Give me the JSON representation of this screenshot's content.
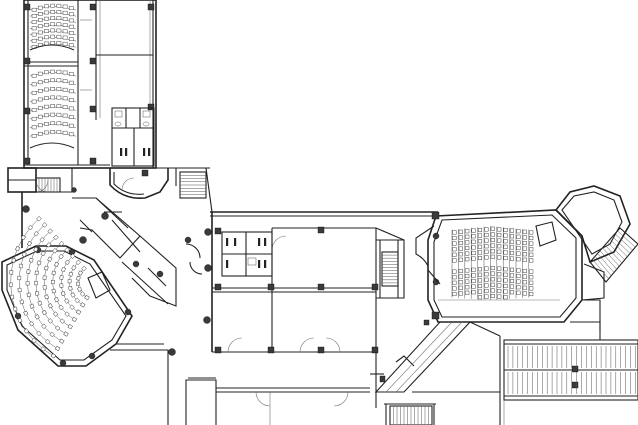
{
  "drawing": {
    "kind": "architectural floor plan",
    "line_color": "#222222",
    "background": "#ffffff",
    "column_color": "#3a3a3a"
  },
  "auditoriums": [
    {
      "id": "north-lecture-hall-upper",
      "rows": 7
    },
    {
      "id": "north-lecture-hall-lower",
      "rows": 8
    },
    {
      "id": "west-fan-lecture-hall",
      "rows": 9
    },
    {
      "id": "east-auditorium",
      "rows": 13
    }
  ],
  "stairs": [
    {
      "id": "stair-entry-west"
    },
    {
      "id": "stair-north-junction"
    },
    {
      "id": "stair-central"
    },
    {
      "id": "stair-east-auditorium"
    },
    {
      "id": "stair-south"
    },
    {
      "id": "stair-southeast-long"
    }
  ],
  "restrooms": [
    {
      "id": "restroom-north"
    },
    {
      "id": "restroom-central"
    }
  ]
}
